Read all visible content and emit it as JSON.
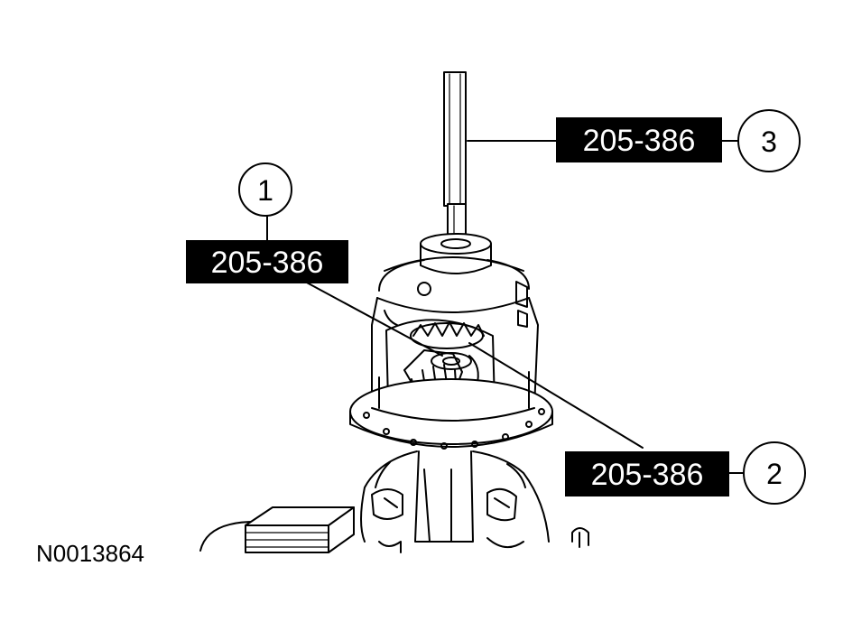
{
  "figure_id": "N0013864",
  "callouts": [
    {
      "number": "1",
      "label": "205-386"
    },
    {
      "number": "2",
      "label": "205-386"
    },
    {
      "number": "3",
      "label": "205-386"
    }
  ],
  "colors": {
    "ink": "#000000",
    "paper": "#ffffff"
  }
}
